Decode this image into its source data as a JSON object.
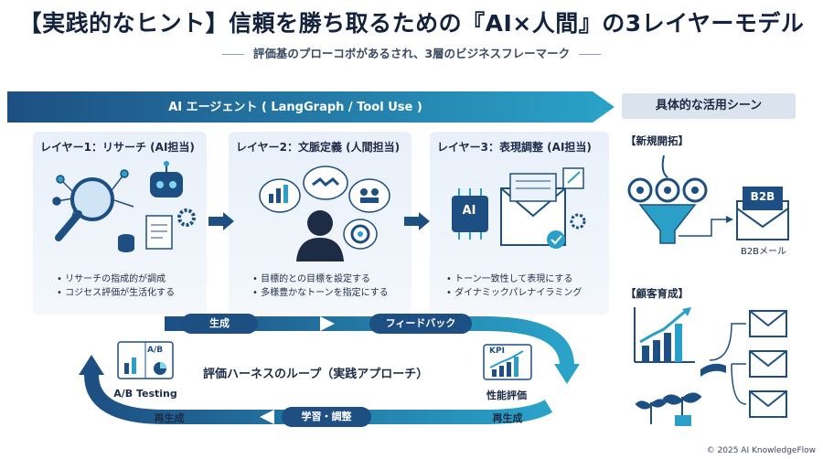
{
  "title": "【実践的なヒント】信頼を勝ち取るための『AI×人間』の3レイヤーモデル",
  "subtitle": "評価基のプローコボがあるされ、3層のビジネスフレーマーク",
  "banner": "AI エージェント ( LangGraph / Tool Use )",
  "layers": [
    {
      "title": "レイヤー1：リサーチ (AI担当)",
      "bullets": [
        "リサーチの指成的が調成",
        "コジセス評価が生活化する"
      ]
    },
    {
      "title": "レイヤー2：文脈定義 (人間担当)",
      "bullets": [
        "目標的との目標を設定する",
        "多様豊かなトーンを指定にする"
      ]
    },
    {
      "title": "レイヤー3：表現調整 (AI担当)",
      "bullets": [
        "トーン一致性して表現にする",
        "ダイナミックパレナイラミング"
      ]
    }
  ],
  "ai_chip": "AI",
  "loop": {
    "title": "評価ハーネスのループ（実践アプローチ）",
    "pills": [
      "生成",
      "フィードバック",
      "学習・調整"
    ],
    "regen_left": "再生成",
    "regen_right": "再生成",
    "ab_label": "A/B Testing",
    "ab_chip": "A/B",
    "kpi_label": "性能評価",
    "kpi_chip": "KPI"
  },
  "side": {
    "heading": "具体的な活用シーン",
    "section1": "【新規開拓】",
    "b2b_chip": "B2B",
    "b2b_caption": "B2Bメール",
    "section2": "【顧客育成】"
  },
  "copyright": "© 2025 AI KnowledgeFlow",
  "colors": {
    "navy": "#1d4f82",
    "teal": "#2a9fc7",
    "dark": "#14233d",
    "panel": "#e9f0f9"
  }
}
